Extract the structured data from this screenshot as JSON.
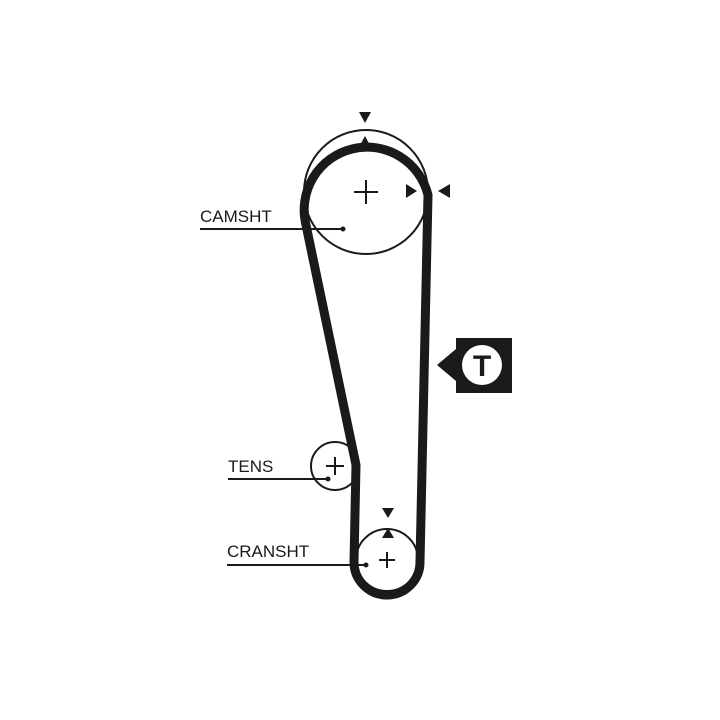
{
  "diagram": {
    "labels": {
      "camshaft": "CAMSHT",
      "tensioner": "TENS",
      "crankshaft": "CRANSHT"
    },
    "tension_badge": "T",
    "colors": {
      "belt": "#1a1a1a",
      "background": "#ffffff",
      "badge": "#1a1a1a",
      "badge_text": "#ffffff"
    },
    "icons": [
      "center-plus-icon",
      "timing-mark-arrow-icon",
      "tension-marker-icon"
    ]
  }
}
